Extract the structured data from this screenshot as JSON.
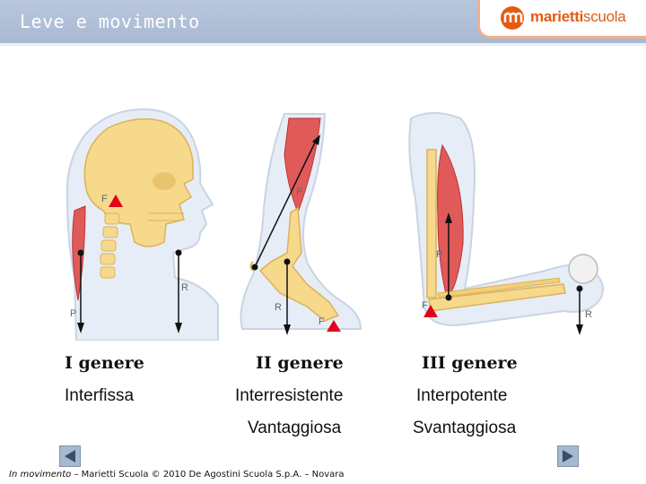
{
  "header": {
    "title": "Leve e movimento"
  },
  "brand": {
    "name_bold": "marietti",
    "name_light": "scuola"
  },
  "figures": [
    {
      "labels": {
        "F": "F",
        "P": "P",
        "R": "R"
      }
    },
    {
      "labels": {
        "F": "F",
        "P": "P",
        "R": "R"
      }
    },
    {
      "labels": {
        "F": "F",
        "P": "P",
        "R": "R"
      }
    }
  ],
  "columns": [
    {
      "kind": "I genere",
      "name": "Interfissa",
      "note": ""
    },
    {
      "kind": "II genere",
      "name": "Interresistente",
      "note": "Vantaggiosa"
    },
    {
      "kind": "III genere",
      "name": "Interpotente",
      "note": "Svantaggiosa"
    }
  ],
  "footer": {
    "book": "In movimento",
    "text": " – Marietti Scuola © 2010 De Agostini Scuola S.p.A. – Novara"
  },
  "nav": {
    "prev_icon": "triangle-left-icon",
    "next_icon": "triangle-right-icon"
  },
  "colors": {
    "header": "#a9b9d3",
    "brand": "#e35b12",
    "force": "#e3001b"
  }
}
